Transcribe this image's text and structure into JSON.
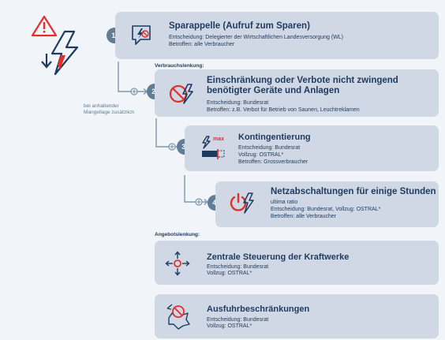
{
  "colors": {
    "box_fill": "#cfd8e4",
    "dark_blue": "#1f3a5f",
    "step_circle": "#5f7d95",
    "accent_red": "#e2302c",
    "connector": "#7f98ae"
  },
  "section_labels": {
    "consumption": "Verbrauchslenkung:",
    "supply": "Angebotslenkung:"
  },
  "side_note": "bei anhaltender Mangellage zusätzlich",
  "step1": {
    "number": "1.",
    "title": "Sparappelle (Aufruf zum Sparen)",
    "line1": "Entscheidung: Delegierter der Wirtschaftlichen Landesversorgung (WL)",
    "line2": "Betroffen: alle Verbraucher",
    "icon": "savings-appeal-icon"
  },
  "step2": {
    "number": "2.",
    "title_line1": "Einschränkung oder Verbote nicht zwingend",
    "title_line2": "benötigter Geräte und Anlagen",
    "line1": "Entscheidung: Bundesrat",
    "line2": "Betroffen: z.B. Verbot für Betrieb von Saunen, Leuchtreklamen",
    "icon": "prohibited-power-icon"
  },
  "step3": {
    "number": "3.",
    "title": "Kontingentierung",
    "line1": "Entscheidung: Bundesrat",
    "line2": "Vollzug: OSTRAL*",
    "line3": "Betroffen: Grossverbraucher",
    "icon_label": "max",
    "icon": "quota-max-icon"
  },
  "step4": {
    "number": "4.",
    "title": "Netzabschaltungen für einige Stunden",
    "line1": "ultima ratio",
    "line2": "Entscheidung: Bundesrat, Vollzug: OSTRAL*",
    "line3": "Betroffen: alle Verbraucher",
    "icon": "power-off-bolt-icon"
  },
  "supply1": {
    "title": "Zentrale Steuerung der Kraftwerke",
    "line1": "Entscheidung: Bundesrat",
    "line2": "Vollzug: OSTRAL*",
    "icon": "central-control-icon"
  },
  "supply2": {
    "title": "Ausfuhrbeschränkungen",
    "line1": "Entscheidung: Bundesrat",
    "line2": "Vollzug: OSTRAL*",
    "icon": "export-restriction-icon"
  }
}
